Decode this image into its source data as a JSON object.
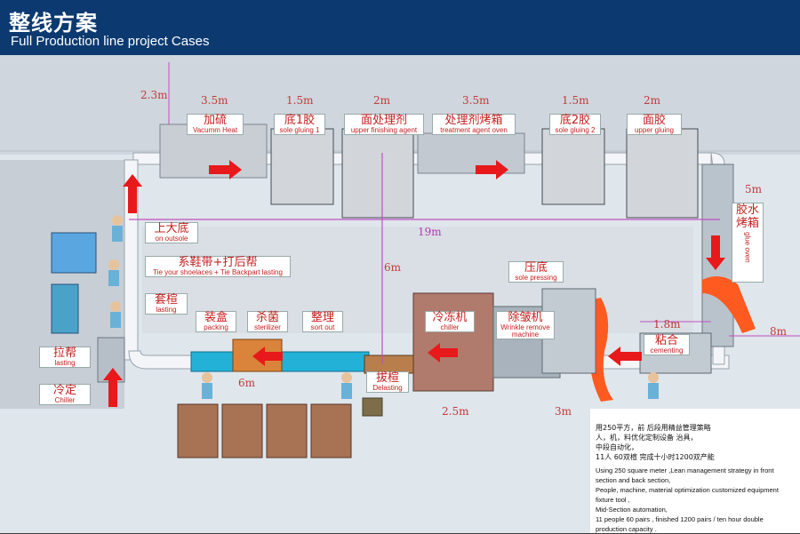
{
  "header": {
    "title_cn": "整线方案",
    "title_en": "Full Production line project Cases"
  },
  "dimensions": {
    "top_left_height": "2.3m",
    "seg1": "3.5m",
    "seg2": "1.5m",
    "seg3": "2m",
    "seg4": "3.5m",
    "seg5": "1.5m",
    "seg6": "2m",
    "right_width": "5m",
    "total_length": "19m",
    "middle_height": "6m",
    "right_bottom": "1.8m",
    "right_side": "8m",
    "bottom_mid": "2.5m",
    "bottom_right": "3m",
    "bottom_left": "6m"
  },
  "stations": {
    "vacuum_heat": {
      "cn": "加硫",
      "en": "Vacumm Heat"
    },
    "sole_gluing_1": {
      "cn": "底1胶",
      "en": "sole gluing 1"
    },
    "upper_finishing": {
      "cn": "面处理剂",
      "en": "upper finishing agent"
    },
    "treatment_oven": {
      "cn": "处理剂烤箱",
      "en": "treatment agent oven"
    },
    "sole_gluing_2": {
      "cn": "底2胶",
      "en": "sole gluing 2"
    },
    "upper_gluing": {
      "cn": "面胶",
      "en": "upper gluing"
    },
    "glue_oven": {
      "cn": "胶水烤箱",
      "en": "glue oven"
    },
    "on_outsole": {
      "cn": "上大底",
      "en": "on outsole"
    },
    "shoelaces": {
      "cn": "系鞋带+打后帮",
      "en": "Tie your shoelaces + Tie Backpart lasting"
    },
    "lasting_1": {
      "cn": "套楦",
      "en": "lasting"
    },
    "sole_pressing": {
      "cn": "压底",
      "en": "sole pressing"
    },
    "packing": {
      "cn": "装盒",
      "en": "packing"
    },
    "sterilizer": {
      "cn": "杀菌",
      "en": "sterilizer"
    },
    "sort_out": {
      "cn": "整理",
      "en": "sort out"
    },
    "chiller_main": {
      "cn": "冷冻机",
      "en": "chiller"
    },
    "wrinkle": {
      "cn": "除皱机",
      "en": "Wrinkle remove machine"
    },
    "cementing": {
      "cn": "粘合",
      "en": "cementing"
    },
    "lasting_2": {
      "cn": "拉帮",
      "en": "lasting"
    },
    "chiller_left": {
      "cn": "冷定",
      "en": "Chiller"
    },
    "delasting": {
      "cn": "拔楦",
      "en": "Delasting"
    }
  },
  "note": {
    "cn_lines": [
      "用250平方，前 后段用精益管理策略",
      "人，机，料优化定制设备 治具，",
      "中段自动化，",
      "11人 60双楦 完成十小时1200双产能"
    ],
    "en_lines": [
      "Using 250 square meter ,Lean management strategy in front",
      "section  and back section,",
      "People, machine, material optimization customized equipment",
      "fixture tool ,",
      "Mid-Section automation,",
      "11 people 60 pairs , finished 1200 pairs / ten hour double",
      "production capacity ."
    ]
  },
  "colors": {
    "header_bg": "#0c3a70",
    "flow_arrow": "#e8191b",
    "conveyor": "#e8ecf1",
    "dimension_text": "#c23a3a",
    "dimension_line": "#c050c0"
  }
}
